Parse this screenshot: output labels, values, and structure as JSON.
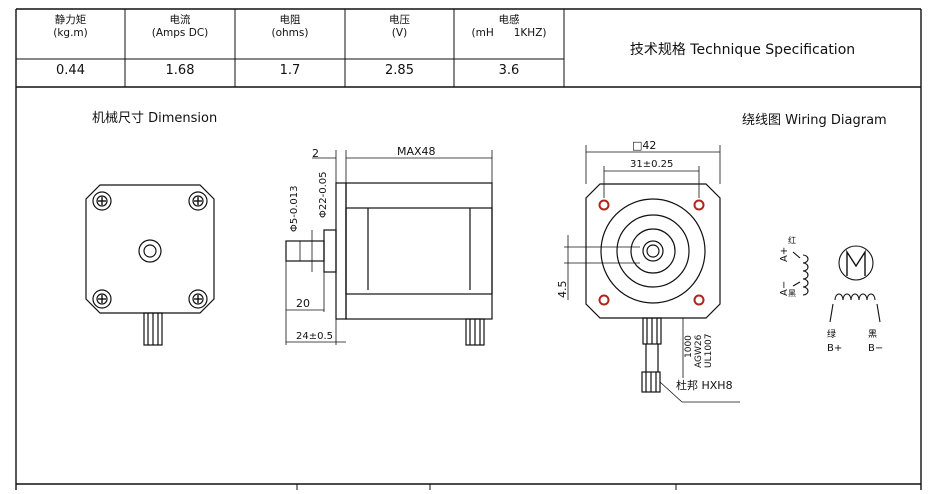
{
  "spec_table": {
    "headers": [
      {
        "cn": "静力矩",
        "en": "(kg.m)"
      },
      {
        "cn": "电流",
        "en": "(Amps  DC)"
      },
      {
        "cn": "电阻",
        "en": "(ohms)"
      },
      {
        "cn": "电压",
        "en": "(V)"
      },
      {
        "cn": "电感",
        "en": "(mH      1KHZ)"
      }
    ],
    "values": [
      "0.44",
      "1.68",
      "1.7",
      "2.85",
      "3.6"
    ],
    "title": "技术规格 Technique  Specification"
  },
  "sections": {
    "dimension": "机械尺寸 Dimension",
    "wiring": "绕线图 Wiring  Diagram"
  },
  "side_view": {
    "dim_2": "2",
    "dim_max48": "MAX48",
    "dim_shaft_dia": "Φ5-0.013",
    "dim_boss_dia": "Φ22-0.05",
    "dim_20": "20",
    "dim_24": "24±0.5"
  },
  "front_view": {
    "dim_42": "□42",
    "dim_31": "31±0.25",
    "dim_4_5": "4.5",
    "cable_spec": [
      "1000",
      "AGW26",
      "UL1007"
    ],
    "connector": "杜邦  HXH8"
  },
  "wiring": {
    "a_plus": "A+",
    "a_plus_color": "红",
    "a_minus": "A−",
    "a_minus_color": "黑",
    "b_plus": "B+",
    "b_plus_color": "绿",
    "b_minus": "B−",
    "b_minus_color": "黑",
    "motor_symbol": "M"
  }
}
